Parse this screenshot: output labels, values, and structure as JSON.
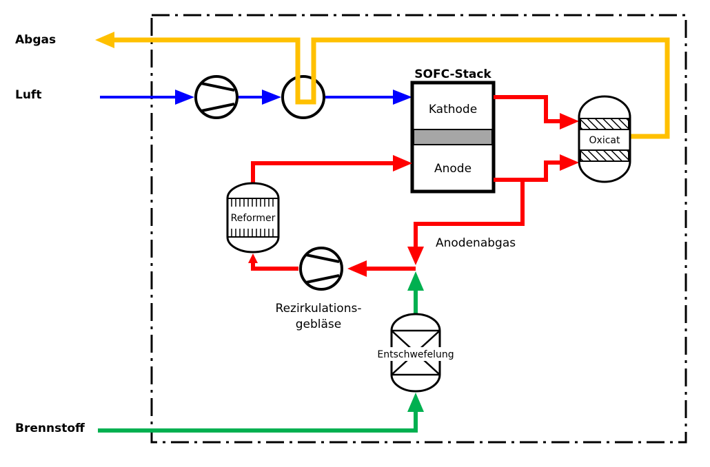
{
  "labels": {
    "exhaust": "Abgas",
    "air": "Luft",
    "fuel": "Brennstoff",
    "stack_title": "SOFC-Stack",
    "cathode": "Kathode",
    "anode": "Anode",
    "oxicat": "Oxicat",
    "reformer": "Reformer",
    "anode_offgas": "Anodenabgas",
    "recirc_blower_line1": "Rezirkulations-",
    "recirc_blower_line2": "gebläse",
    "desulfurization": "Entschwefelung"
  },
  "colors": {
    "exhaust": "#FFC000",
    "air": "#0000FF",
    "hot_gas": "#FF0000",
    "fuel": "#00B050",
    "boundary": "#000000",
    "stack_electrolyte": "#A6A6A6"
  }
}
